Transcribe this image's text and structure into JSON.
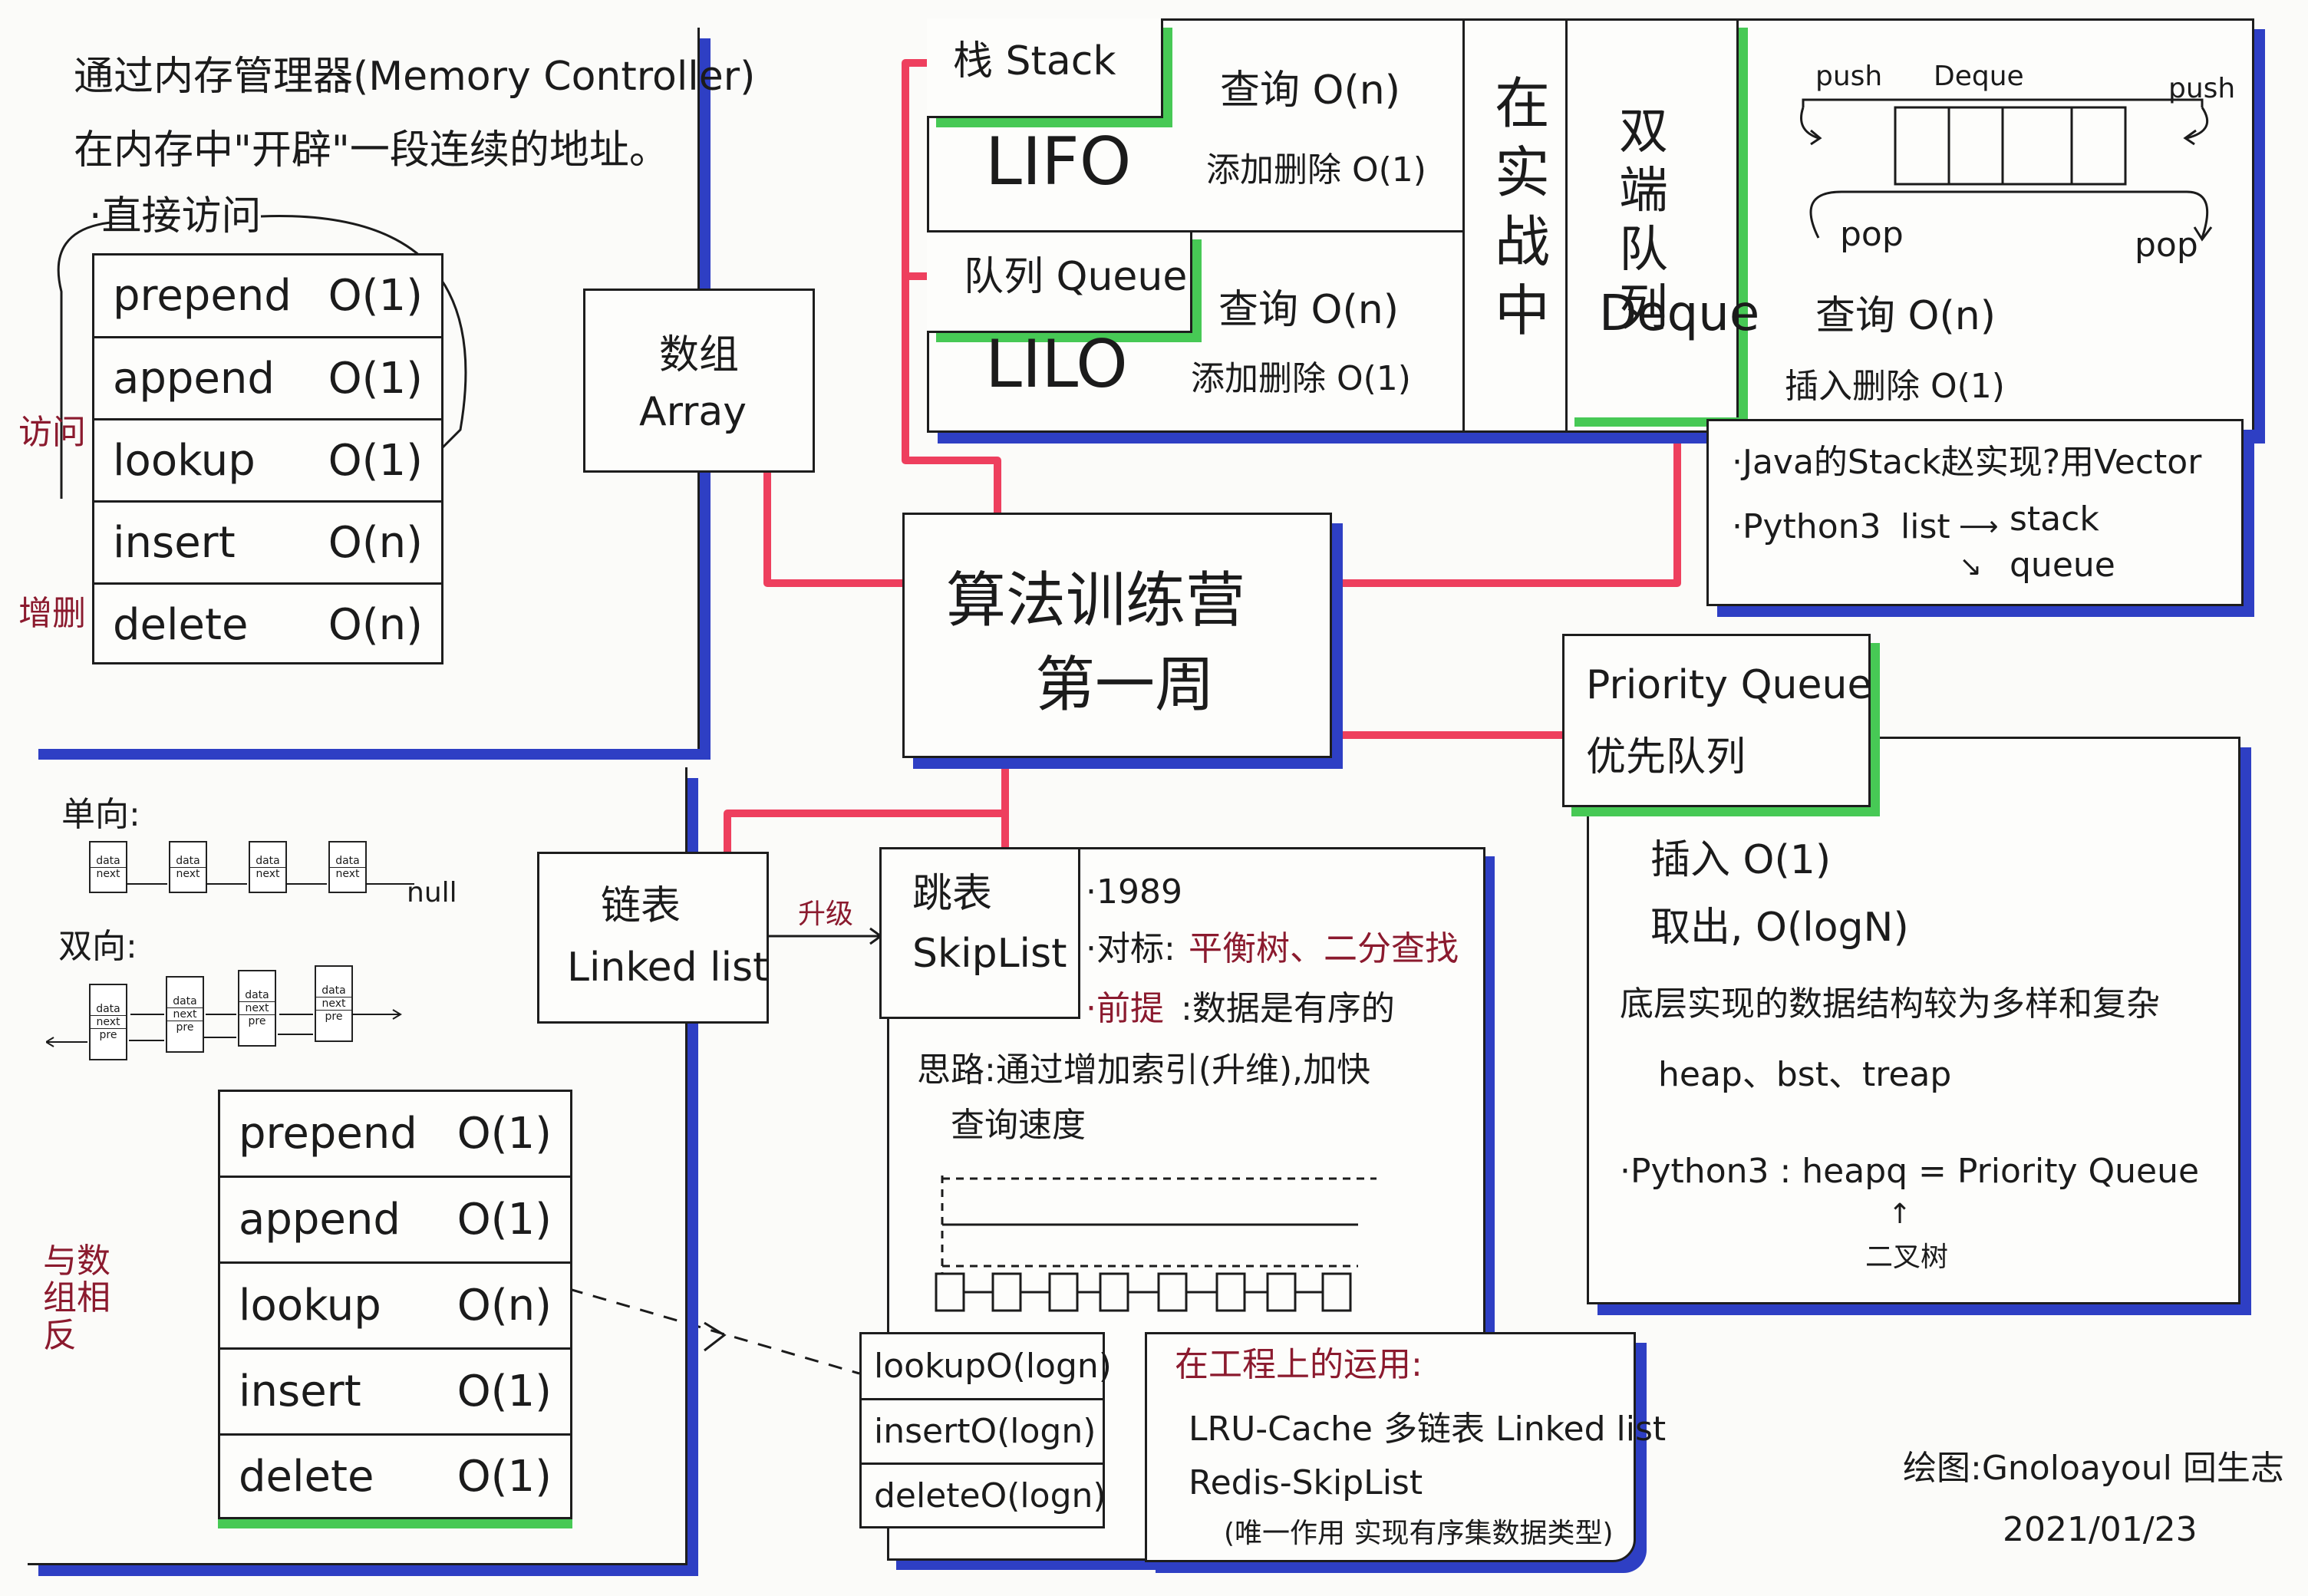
{
  "center": {
    "line1": "算法训练营",
    "line2": "第一周"
  },
  "array": {
    "title_cn": "数组",
    "title_en": "Array",
    "desc1": "通过内存管理器(Memory Controller)",
    "desc2": "在内存中\"开辟\"一段连续的地址。",
    "bullet": "·直接访问",
    "side_top": "访问",
    "side_bottom": "增删",
    "ops": [
      {
        "name": "prepend",
        "cost": "O(1)"
      },
      {
        "name": "append",
        "cost": "O(1)"
      },
      {
        "name": "lookup",
        "cost": "O(1)"
      },
      {
        "name": "insert",
        "cost": "O(n)"
      },
      {
        "name": "delete",
        "cost": "O(n)"
      }
    ]
  },
  "stack": {
    "title": "栈 Stack",
    "mode": "LIFO",
    "lookup": "查询 O(n)",
    "addremove": "添加删除 O(1)"
  },
  "queue": {
    "title": "队列 Queue",
    "mode": "LILO",
    "lookup": "查询 O(n)",
    "addremove": "添加删除 O(1)"
  },
  "practice": {
    "label": "在实战中"
  },
  "deque": {
    "title_cn": "双端队列",
    "title_en": "Deque",
    "push_left": "push",
    "label": "Deque",
    "push_right": "push",
    "pop_left": "pop",
    "pop_right": "pop",
    "lookup": "查询 O(n)",
    "addremove": "插入删除 O(1)"
  },
  "notes_stack": {
    "line1": "·Java的Stack赵实现?用Vector",
    "line2_prefix": "·Python3",
    "line2_list": "list",
    "arrow_stack": "stack",
    "arrow_queue": "queue"
  },
  "linked_list": {
    "title_cn": "链表",
    "title_en": "Linked list",
    "single_label": "单向:",
    "double_label": "双向:",
    "node_data": "data",
    "node_next": "next",
    "node_pre": "pre",
    "null": "null",
    "compare": "与数组相反",
    "ops": [
      {
        "name": "prepend",
        "cost": "O(1)"
      },
      {
        "name": "append",
        "cost": "O(1)"
      },
      {
        "name": "lookup",
        "cost": "O(n)"
      },
      {
        "name": "insert",
        "cost": "O(1)"
      },
      {
        "name": "delete",
        "cost": "O(1)"
      }
    ]
  },
  "upgrade": {
    "label": "升级"
  },
  "skiplist": {
    "title_cn": "跳表",
    "title_en": "SkipList",
    "year": "·1989",
    "vs_prefix": "·对标:",
    "vs_text": "平衡树、二分查找",
    "pre_prefix": "·前提",
    "pre_text": ":数据是有序的",
    "idea1": "思路:通过增加索引(升维),加快",
    "idea2": "查询速度",
    "ops": [
      {
        "name": "lookup",
        "cost": "O(logn)"
      },
      {
        "name": "insert",
        "cost": "O(logn)"
      },
      {
        "name": "delete",
        "cost": "O(logn)"
      }
    ]
  },
  "engineering": {
    "title": "在工程上的运用:",
    "line1": "LRU-Cache 多链表 Linked list",
    "line2": "Redis-SkipList",
    "line3": "(唯一作用 实现有序集数据类型)"
  },
  "priority_queue": {
    "title_en": "Priority Queue",
    "title_cn": "优先队列",
    "insert": "插入 O(1)",
    "take": "取出, O(logN)",
    "impl": "底层实现的数据结构较为多样和复杂",
    "impl_list": "heap、bst、treap",
    "python": "·Python3 : heapq = Priority Queue",
    "annot": "二叉树"
  },
  "signature": {
    "author": "绘图:Gnoloayoul 回生志",
    "date": "2021/01/23"
  }
}
